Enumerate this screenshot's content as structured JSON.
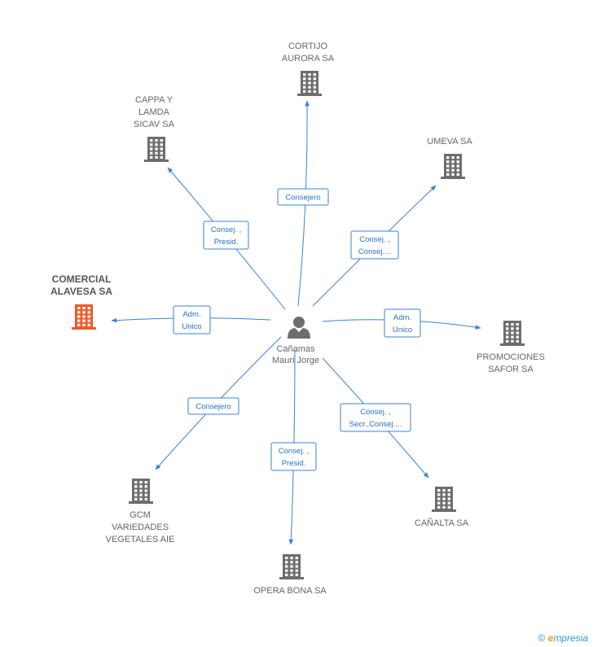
{
  "center": {
    "label_lines": [
      "Cañamas",
      "Mauri Jorge"
    ],
    "icon": "person-icon"
  },
  "companies": [
    {
      "id": "cortijo",
      "label_lines": [
        "CORTIJO",
        "AURORA SA"
      ],
      "highlight": false
    },
    {
      "id": "cappa",
      "label_lines": [
        "CAPPA Y",
        "LAMDA",
        "SICAV SA"
      ],
      "highlight": false
    },
    {
      "id": "umeva",
      "label_lines": [
        "UMEVA SA"
      ],
      "highlight": false
    },
    {
      "id": "comercial",
      "label_lines": [
        "COMERCIAL",
        "ALAVESA SA"
      ],
      "highlight": true
    },
    {
      "id": "promociones",
      "label_lines": [
        "PROMOCIONES",
        "SAFOR SA"
      ],
      "highlight": false
    },
    {
      "id": "gcm",
      "label_lines": [
        "GCM",
        "VARIEDADES",
        "VEGETALES AIE"
      ],
      "highlight": false
    },
    {
      "id": "opera",
      "label_lines": [
        "OPERA BONA SA"
      ],
      "highlight": false
    },
    {
      "id": "canalta",
      "label_lines": [
        "CAÑALTA SA"
      ],
      "highlight": false
    }
  ],
  "edges": [
    {
      "to": "cortijo",
      "label_lines": [
        "Consejero"
      ]
    },
    {
      "to": "cappa",
      "label_lines": [
        "Consej. ,",
        "Presid."
      ]
    },
    {
      "to": "umeva",
      "label_lines": [
        "Consej. ,",
        "Consej...."
      ]
    },
    {
      "to": "comercial",
      "label_lines": [
        "Adm.",
        "Unico"
      ]
    },
    {
      "to": "promociones",
      "label_lines": [
        "Adm.",
        "Unico"
      ]
    },
    {
      "to": "gcm",
      "label_lines": [
        "Consejero"
      ]
    },
    {
      "to": "opera",
      "label_lines": [
        "Consej. ,",
        "Presid."
      ]
    },
    {
      "to": "canalta",
      "label_lines": [
        "Consej. ,",
        "Secr.,Consej...."
      ]
    }
  ],
  "colors": {
    "edge": "#3b82d6",
    "building": "#6d6d6d",
    "building_highlight": "#f05a28",
    "person": "#6d6d6d"
  },
  "watermark": {
    "symbol": "©",
    "brand_first": "e",
    "brand_rest": "mpresia"
  }
}
